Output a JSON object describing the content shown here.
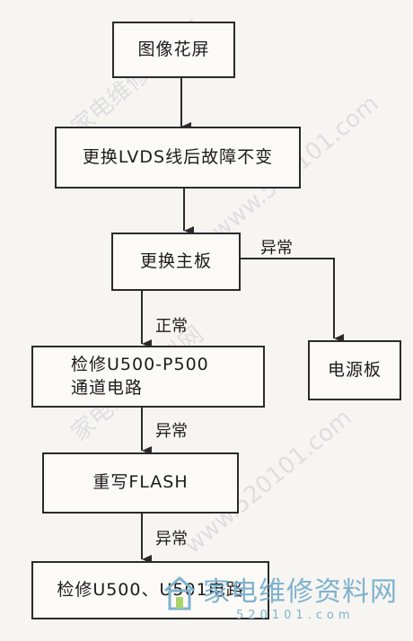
{
  "nodes": {
    "n1": "图像花屏",
    "n2": "更换LVDS线后故障不变",
    "n3": "更换主板",
    "n4": "电源板",
    "n5_line1": "检修U500-P500",
    "n5_line2": "通道电路",
    "n6": "重写FLASH",
    "n7": "检修U500、U501电路"
  },
  "edge_labels": {
    "e3_4": "异常",
    "e3_5": "正常",
    "e5_6": "异常",
    "e6_7": "异常"
  },
  "watermark": {
    "cn": "家电维修资料网",
    "url": "www.520101.com",
    "logo_text": "家电维修资料网",
    "logo_url": "520101.com"
  },
  "colors": {
    "line": "#2a2a2a",
    "watermark": "#c9cdd6",
    "logo": "#7fb2cf"
  }
}
